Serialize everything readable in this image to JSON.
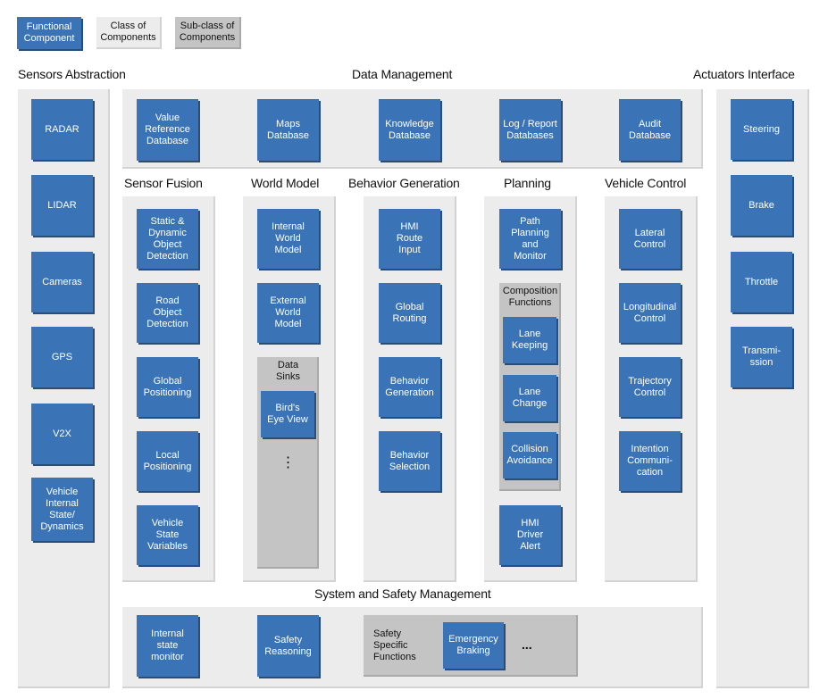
{
  "legend": {
    "functional": "Functional\nComponent",
    "class": "Class of\nComponents",
    "subclass": "Sub-class of\nComponents"
  },
  "headers": {
    "sensors": "Sensors Abstraction",
    "data_mgmt": "Data Management",
    "actuators": "Actuators Interface",
    "sensor_fusion": "Sensor Fusion",
    "world_model": "World Model",
    "behavior_gen": "Behavior Generation",
    "planning": "Planning",
    "vehicle_control": "Vehicle Control",
    "system_safety": "System and Safety Management"
  },
  "sensors": [
    "RADAR",
    "LIDAR",
    "Cameras",
    "GPS",
    "V2X",
    "Vehicle\nInternal\nState/\nDynamics"
  ],
  "data_management": [
    "Value\nReference\nDatabase",
    "Maps\nDatabase",
    "Knowledge\nDatabase",
    "Log / Report\nDatabases",
    "Audit\nDatabase"
  ],
  "actuators": [
    "Steering",
    "Brake",
    "Throttle",
    "Transmi-\nssion"
  ],
  "sensor_fusion": [
    "Static &\nDynamic\nObject\nDetection",
    "Road\nObject\nDetection",
    "Global\nPositioning",
    "Local\nPositioning",
    "Vehicle\nState\nVariables"
  ],
  "world_model": {
    "items": [
      "Internal\nWorld\nModel",
      "External\nWorld\nModel"
    ],
    "sinks_title": "Data\nSinks",
    "sinks_item": "Bird's\nEye View",
    "ellipsis": "⋮"
  },
  "behavior_generation": [
    "HMI\nRoute\nInput",
    "Global\nRouting",
    "Behavior\nGeneration",
    "Behavior\nSelection"
  ],
  "planning": {
    "path": "Path\nPlanning\nand\nMonitor",
    "composition_title": "Composition\nFunctions",
    "composition": [
      "Lane\nKeeping",
      "Lane\nChange",
      "Collision\nAvoidance"
    ],
    "hmi_alert": "HMI\nDriver\nAlert"
  },
  "vehicle_control": [
    "Lateral\nControl",
    "Longitudinal\nControl",
    "Trajectory\nControl",
    "Intention\nCommuni-\ncation"
  ],
  "system_safety": {
    "internal_state": "Internal\nstate\nmonitor",
    "safety_reasoning": "Safety\nReasoning",
    "safety_specific": "Safety\nSpecific\nFunctions",
    "emergency_braking": "Emergency\nBraking",
    "ellipsis": "..."
  }
}
